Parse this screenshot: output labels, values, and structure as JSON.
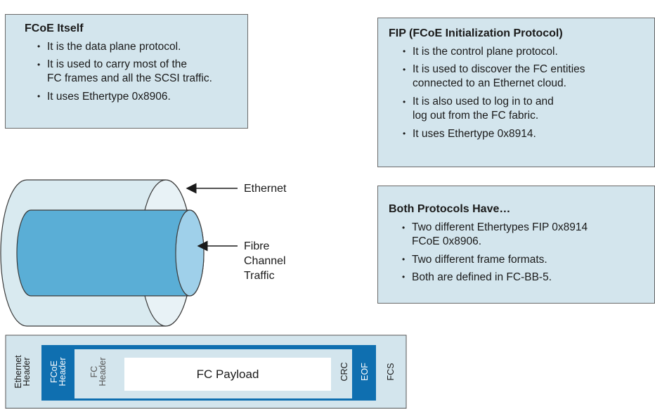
{
  "fcoe_box": {
    "title": "FCoE Itself",
    "bullets": [
      "It is the data plane protocol.",
      "It is used to carry most of the",
      "FC frames and all the SCSI traffic.",
      "It uses Ethertype 0x8906."
    ]
  },
  "fip_box": {
    "title": "FIP (FCoE Initialization Protocol)",
    "bullets": [
      "It is the control plane protocol.",
      "It is used to discover the FC entities",
      "connected to an Ethernet cloud.",
      "It is also used to log in to and",
      "log out from the FC fabric.",
      "It uses Ethertype 0x8914."
    ]
  },
  "both_box": {
    "title": "Both Protocols Have…",
    "bullets": [
      "Two different Ethertypes FIP 0x8914",
      "FCoE 0x8906.",
      "Two different frame formats.",
      "Both are defined in FC-BB-5."
    ]
  },
  "tunnel": {
    "outer_label": "Ethernet",
    "inner_label_lines": [
      "Fibre",
      "Channel",
      "Traffic"
    ]
  },
  "frame": {
    "ethernet_header": [
      "Ethernet",
      "Header"
    ],
    "fcoe_header": [
      "FCoE",
      "Header"
    ],
    "fc_header": [
      "FC",
      "Header"
    ],
    "payload": "FC Payload",
    "crc": "CRC",
    "eof": "EOF",
    "fcs": "FCS"
  },
  "colors": {
    "box_fill": "#d3e5ed",
    "tube_outer": "#d9eaf0",
    "tube_inner": "#5aaed6",
    "frame_blue": "#0f6fb0"
  }
}
